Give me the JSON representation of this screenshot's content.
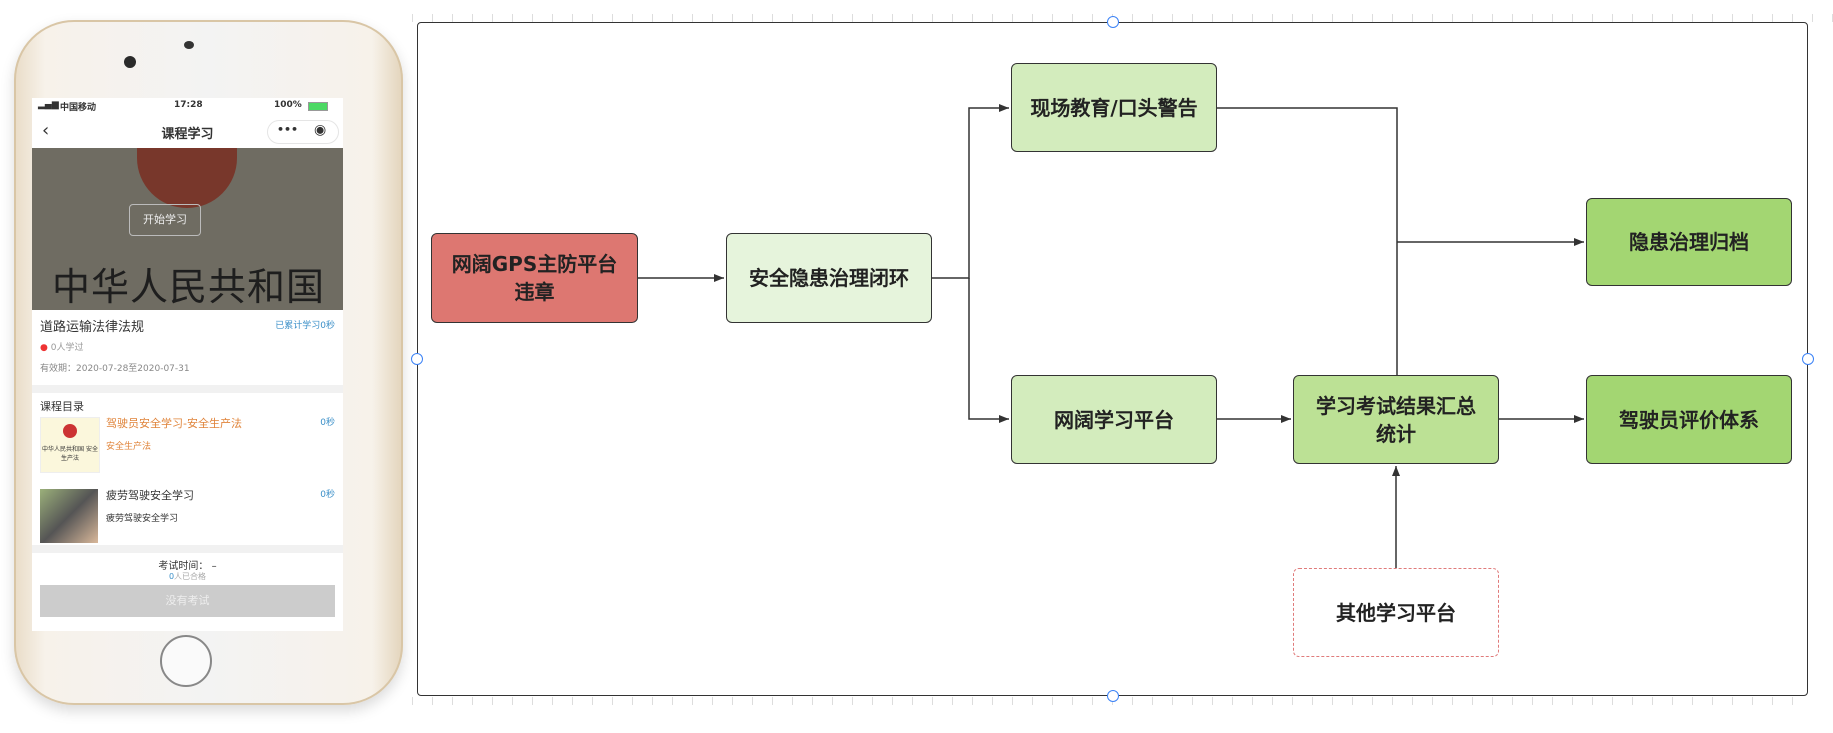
{
  "phone": {
    "status": {
      "carrier": "中国移动",
      "time": "17:28",
      "battery": "100%"
    },
    "nav": {
      "title": "课程学习"
    },
    "banner": {
      "start_button": "开始学习",
      "emblem_text": "中华人民共和国"
    },
    "course": {
      "title": "道路运输法律法规",
      "studied_total": "已累计学习0秒",
      "learners": "0人学过",
      "validity": "有效期：2020-07-28至2020-07-31"
    },
    "catalog": {
      "heading": "课程目录",
      "items": [
        {
          "title": "驾驶员安全学习-安全生产法",
          "subtitle": "安全生产法",
          "duration": "0秒",
          "thumb_text": "中华人民共和国 安全生产法"
        },
        {
          "title": "疲劳驾驶安全学习",
          "subtitle": "疲劳驾驶安全学习",
          "duration": "0秒"
        }
      ]
    },
    "exam": {
      "time_label": "考试时间：  –",
      "passed_count": "0",
      "passed_suffix": "人已合格",
      "button": "没有考试"
    }
  },
  "diagram": {
    "nodes": {
      "violation": "网阔GPS主防平台违章",
      "closed_loop": "安全隐患治理闭环",
      "education": "现场教育/口头警告",
      "archive": "隐患治理归档",
      "learning_platform": "网阔学习平台",
      "summary": "学习考试结果汇总统计",
      "evaluation": "驾驶员评价体系",
      "other_platform": "其他学习平台"
    },
    "colors": {
      "red": "#dd7771",
      "light": "#e6f4dc",
      "mid": "#cfeab8",
      "mid2": "#bce195",
      "dark": "#a3d672",
      "dash": "#e07b7b"
    }
  }
}
